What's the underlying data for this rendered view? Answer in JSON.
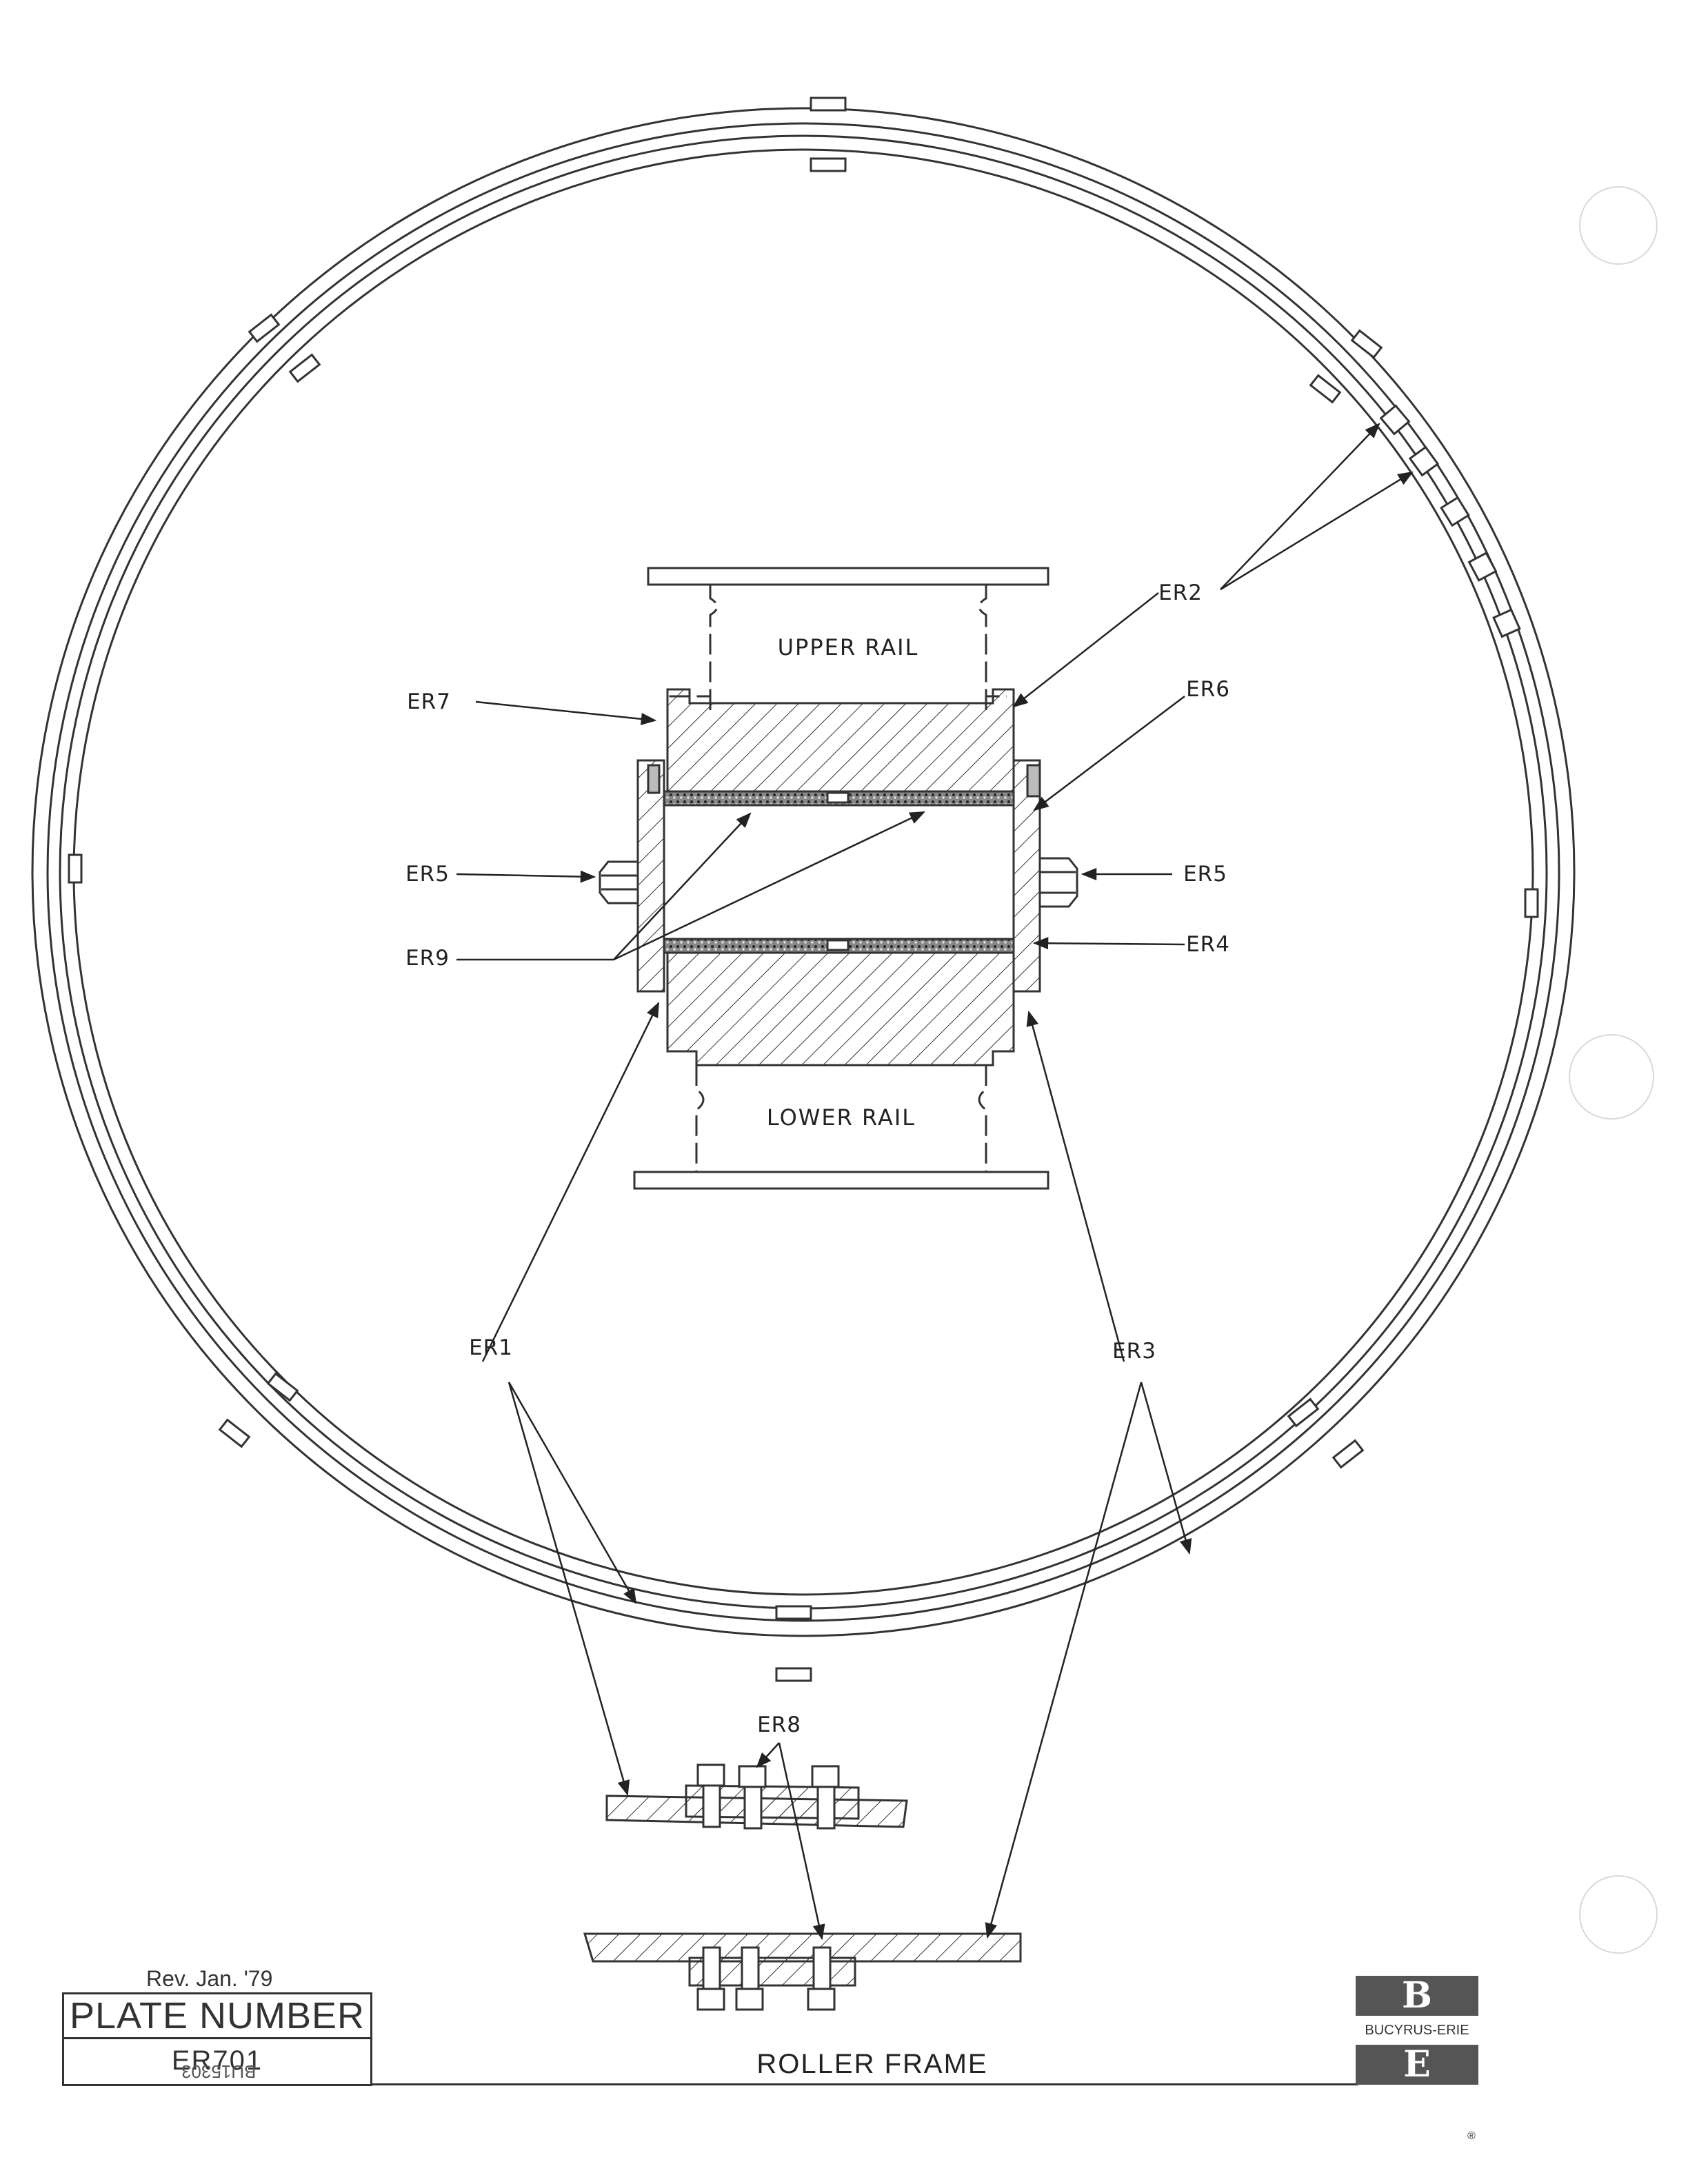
{
  "drawing": {
    "upper_rail_label": "UPPER RAIL",
    "lower_rail_label": "LOWER RAIL",
    "callouts": {
      "er1": "ER1",
      "er2": "ER2",
      "er3": "ER3",
      "er4": "ER4",
      "er5_left": "ER5",
      "er5_right": "ER5",
      "er6": "ER6",
      "er7": "ER7",
      "er8": "ER8",
      "er9": "ER9"
    }
  },
  "title_block": {
    "revision": "Rev. Jan. '79",
    "plate_number_label": "PLATE NUMBER",
    "plate_number": "ER701",
    "stamp": "BU15303",
    "title": "ROLLER FRAME",
    "brand_top_letter": "B",
    "brand_name": "BUCYRUS-ERIE",
    "brand_bottom_letter": "E",
    "registered_mark": "®"
  }
}
